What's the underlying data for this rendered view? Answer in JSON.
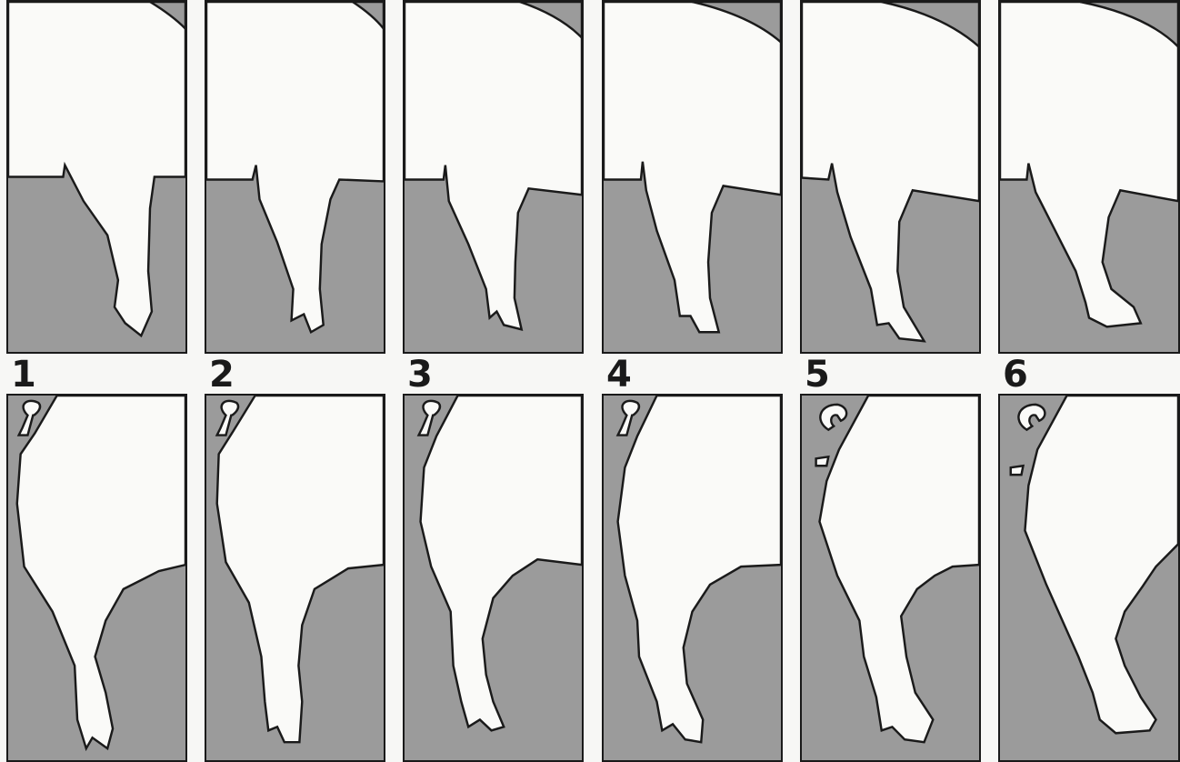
{
  "figure": {
    "labels": [
      "1",
      "2",
      "3",
      "4",
      "5",
      "6"
    ],
    "colors": {
      "background": "#f7f7f5",
      "ground": "#9b9b9b",
      "body": "#fafaf8",
      "outline": "#1a1a1a"
    }
  }
}
